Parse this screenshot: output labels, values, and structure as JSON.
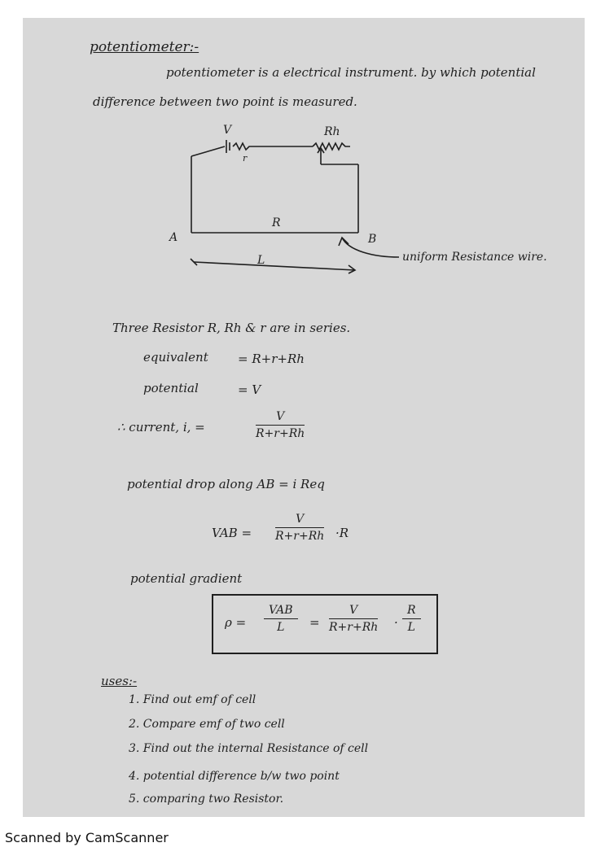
{
  "note": {
    "title": "potentiometer:-",
    "intro_line1": "potentiometer is a electrical instrument. by which potential",
    "intro_line2": "difference between two point is measured.",
    "diagram": {
      "label_v": "V",
      "label_r_small": "r",
      "label_rh": "Rh",
      "label_R": "R",
      "label_A": "A",
      "label_B": "B",
      "label_L": "L",
      "wire_note": "uniform Resistance wire."
    },
    "series_line": "Three Resistor R, Rh & r are in series.",
    "equivalent_label": "equivalent",
    "equivalent_value": "= R+r+Rh",
    "potential_label": "potential",
    "potential_value": "= V",
    "current_label": "∴ current, i, =",
    "current_num": "V",
    "current_den": "R+r+Rh",
    "drop_line": "potential drop along AB  =  i Req",
    "vab_label": "VAB =",
    "vab_num": "V",
    "vab_den": "R+r+Rh",
    "vab_tail": "·R",
    "gradient_label": "potential gradient",
    "rho": "ρ =",
    "rho_num1": "VAB",
    "rho_den1": "L",
    "eq_sign": "=",
    "rho_num2": "V",
    "rho_den2": "R+r+Rh",
    "dot": "·",
    "rho_num3": "R",
    "rho_den3": "L",
    "uses_title": "uses:-",
    "uses": [
      "1. Find out emf of cell",
      "2. Compare emf of two cell",
      "3. Find out the internal Resistance of cell",
      "4. potential difference b/w two point",
      "5. comparing two Resistor."
    ]
  },
  "footer": "Scanned by CamScanner"
}
